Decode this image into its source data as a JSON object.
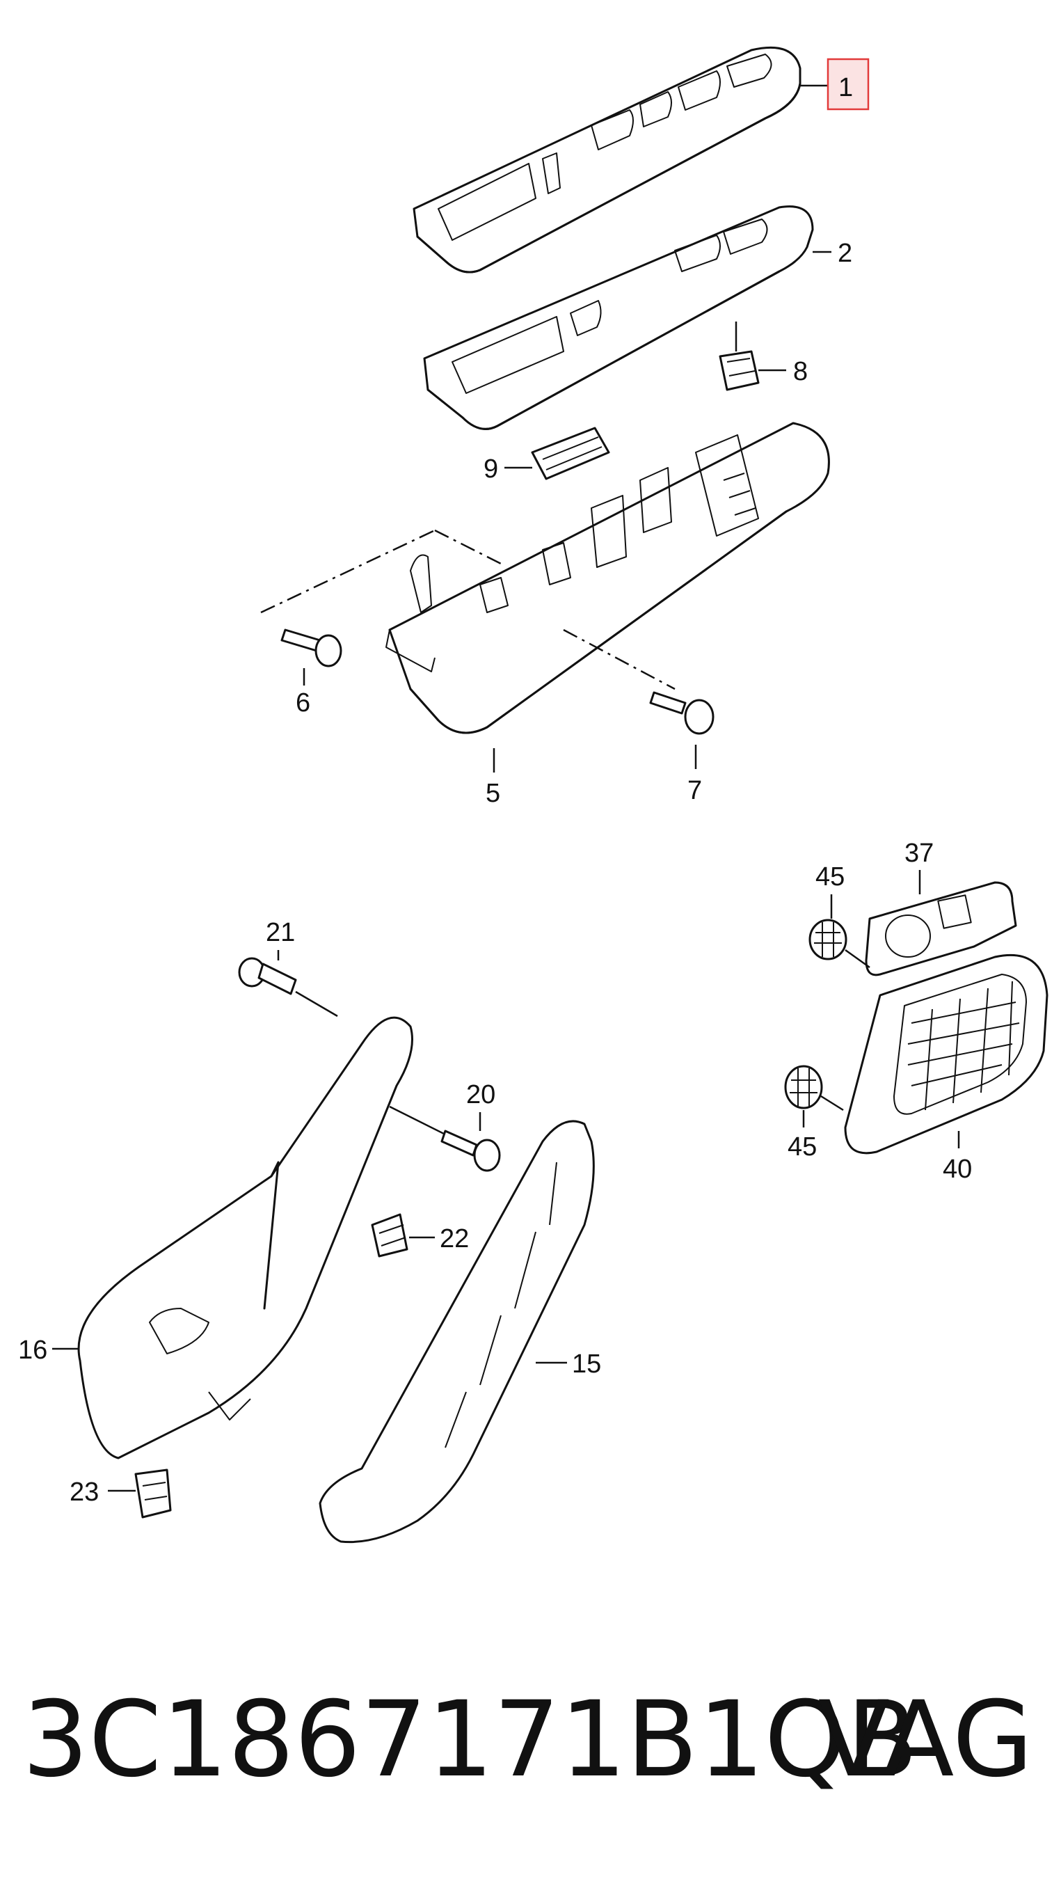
{
  "callouts": {
    "c1": "1",
    "c2": "2",
    "c5": "5",
    "c6": "6",
    "c7": "7",
    "c8": "8",
    "c9": "9",
    "c15": "15",
    "c16": "16",
    "c20": "20",
    "c21": "21",
    "c22": "22",
    "c23": "23",
    "c37": "37",
    "c40": "40",
    "c45a": "45",
    "c45b": "45"
  },
  "highlighted_callout": "1",
  "highlight_color": "#e23a3a",
  "footer": {
    "part_number": "3C1867171B1QB",
    "brand": "VAG"
  }
}
